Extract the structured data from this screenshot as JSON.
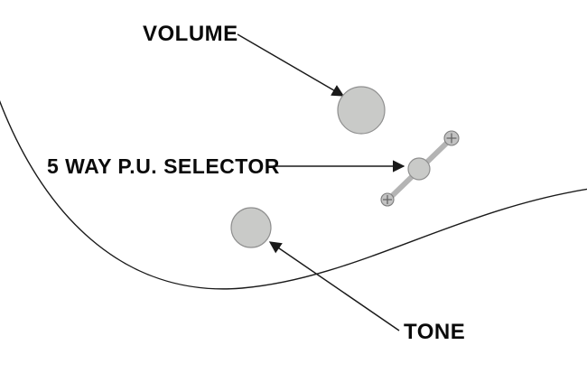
{
  "diagram": {
    "title": "guitar-control-layout",
    "labels": {
      "volume": "VOLUME",
      "selector": "5 WAY P.U. SELECTOR",
      "tone": "TONE"
    },
    "colors": {
      "background": "#ffffff",
      "text": "#0a0a0a",
      "callout_line": "#1a1a1a",
      "body_curve": "#1a1a1a",
      "knob_fill": "#c9cac8",
      "knob_stroke": "#8f8f8f",
      "lever_fill": "#b4b4b4",
      "screw_fill": "#c2c2c2",
      "screw_stroke": "#7d7d7d",
      "screw_cross": "#666666"
    }
  }
}
